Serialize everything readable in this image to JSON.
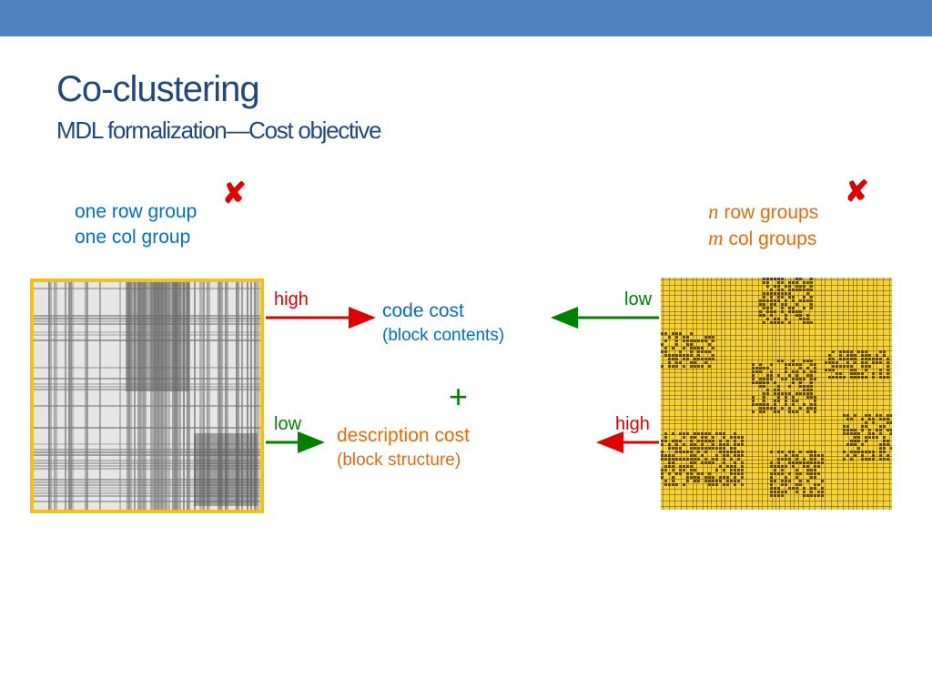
{
  "slide": {
    "title": "Co-clustering",
    "subtitle": "MDL formalization—Cost objective"
  },
  "left_case": {
    "line1": "one row group",
    "line2": "one col group",
    "status_icon": "x-mark-icon",
    "code_cost_level": "high",
    "description_cost_level": "low"
  },
  "right_case": {
    "line1_var": "n",
    "line1_text": " row groups",
    "line2_var": "m",
    "line2_text": " col groups",
    "status_icon": "x-mark-icon",
    "code_cost_level": "low",
    "description_cost_level": "high"
  },
  "center": {
    "code_cost": "code cost",
    "code_cost_sub": "(block contents)",
    "plus": "+",
    "description_cost": "description cost",
    "description_cost_sub": "(block structure)"
  },
  "colors": {
    "topbar": "#4f81bd",
    "title": "#1f497d",
    "blue_text": "#0070c0",
    "orange_text": "#e46c0a",
    "red": "#e00000",
    "green": "#008000",
    "left_frame": "#f2c314",
    "right_fill": "#f5d13a"
  }
}
